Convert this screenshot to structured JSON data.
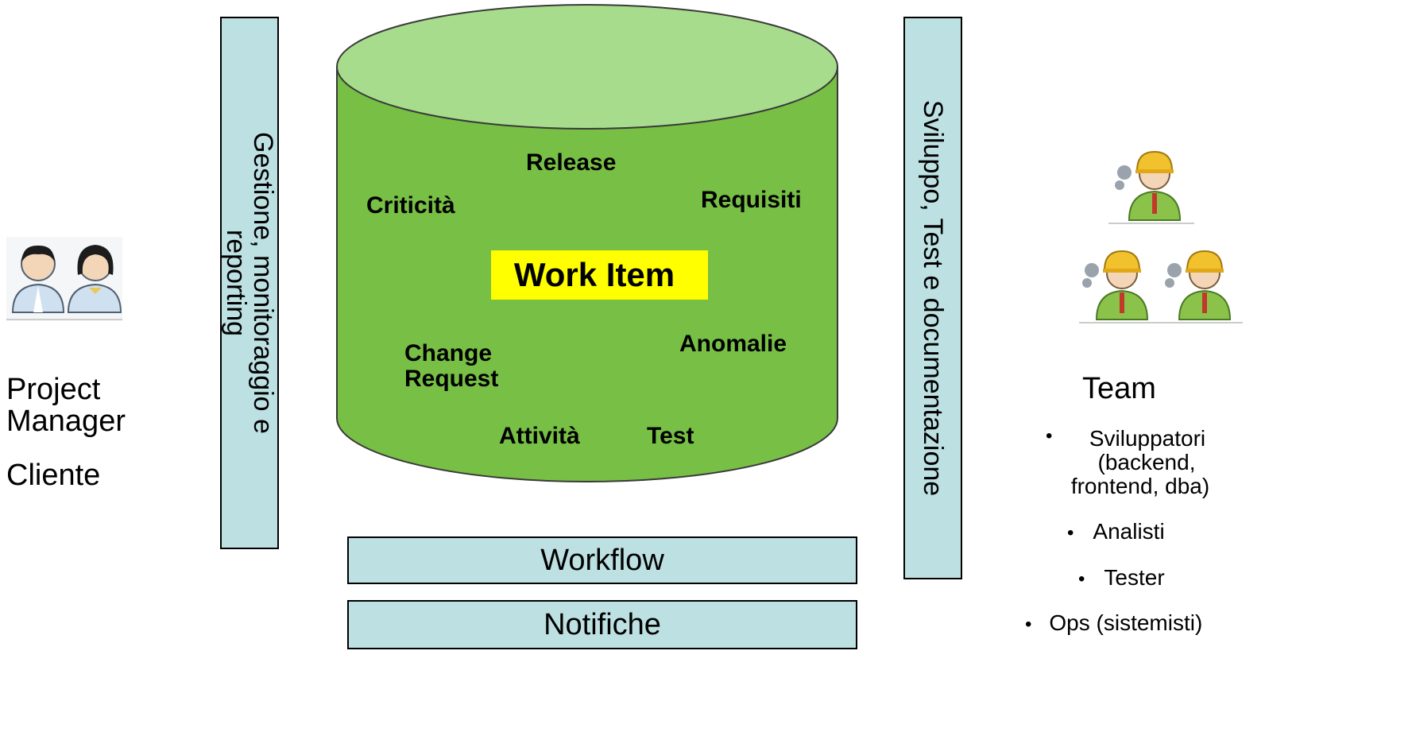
{
  "left": {
    "labels": [
      "Project",
      "Manager",
      "Cliente"
    ]
  },
  "left_bar": {
    "line1": "Gestione, monitoraggio e",
    "line2": "reporting"
  },
  "database": {
    "center": "Work Item",
    "items": [
      "Release",
      "Criticità",
      "Requisiti",
      "Change",
      "Request",
      "Anomalie",
      "Attività",
      "Test"
    ]
  },
  "bottom_bars": [
    "Workflow",
    "Notifiche"
  ],
  "right_bar": {
    "text": "Sviluppo, Test e documentazione"
  },
  "team": {
    "title": "Team",
    "members": [
      {
        "line1": "Sviluppatori",
        "line2": "(backend,",
        "line3": "frontend, dba)"
      },
      {
        "line1": "Analisti"
      },
      {
        "line1": "Tester"
      },
      {
        "line1": "Ops (sistemisti)"
      }
    ]
  },
  "colors": {
    "cylinder_body": "#77bf45",
    "cylinder_top": "#a6dc8c",
    "bar_fill": "#bde0e2",
    "highlight": "#ffff00"
  }
}
